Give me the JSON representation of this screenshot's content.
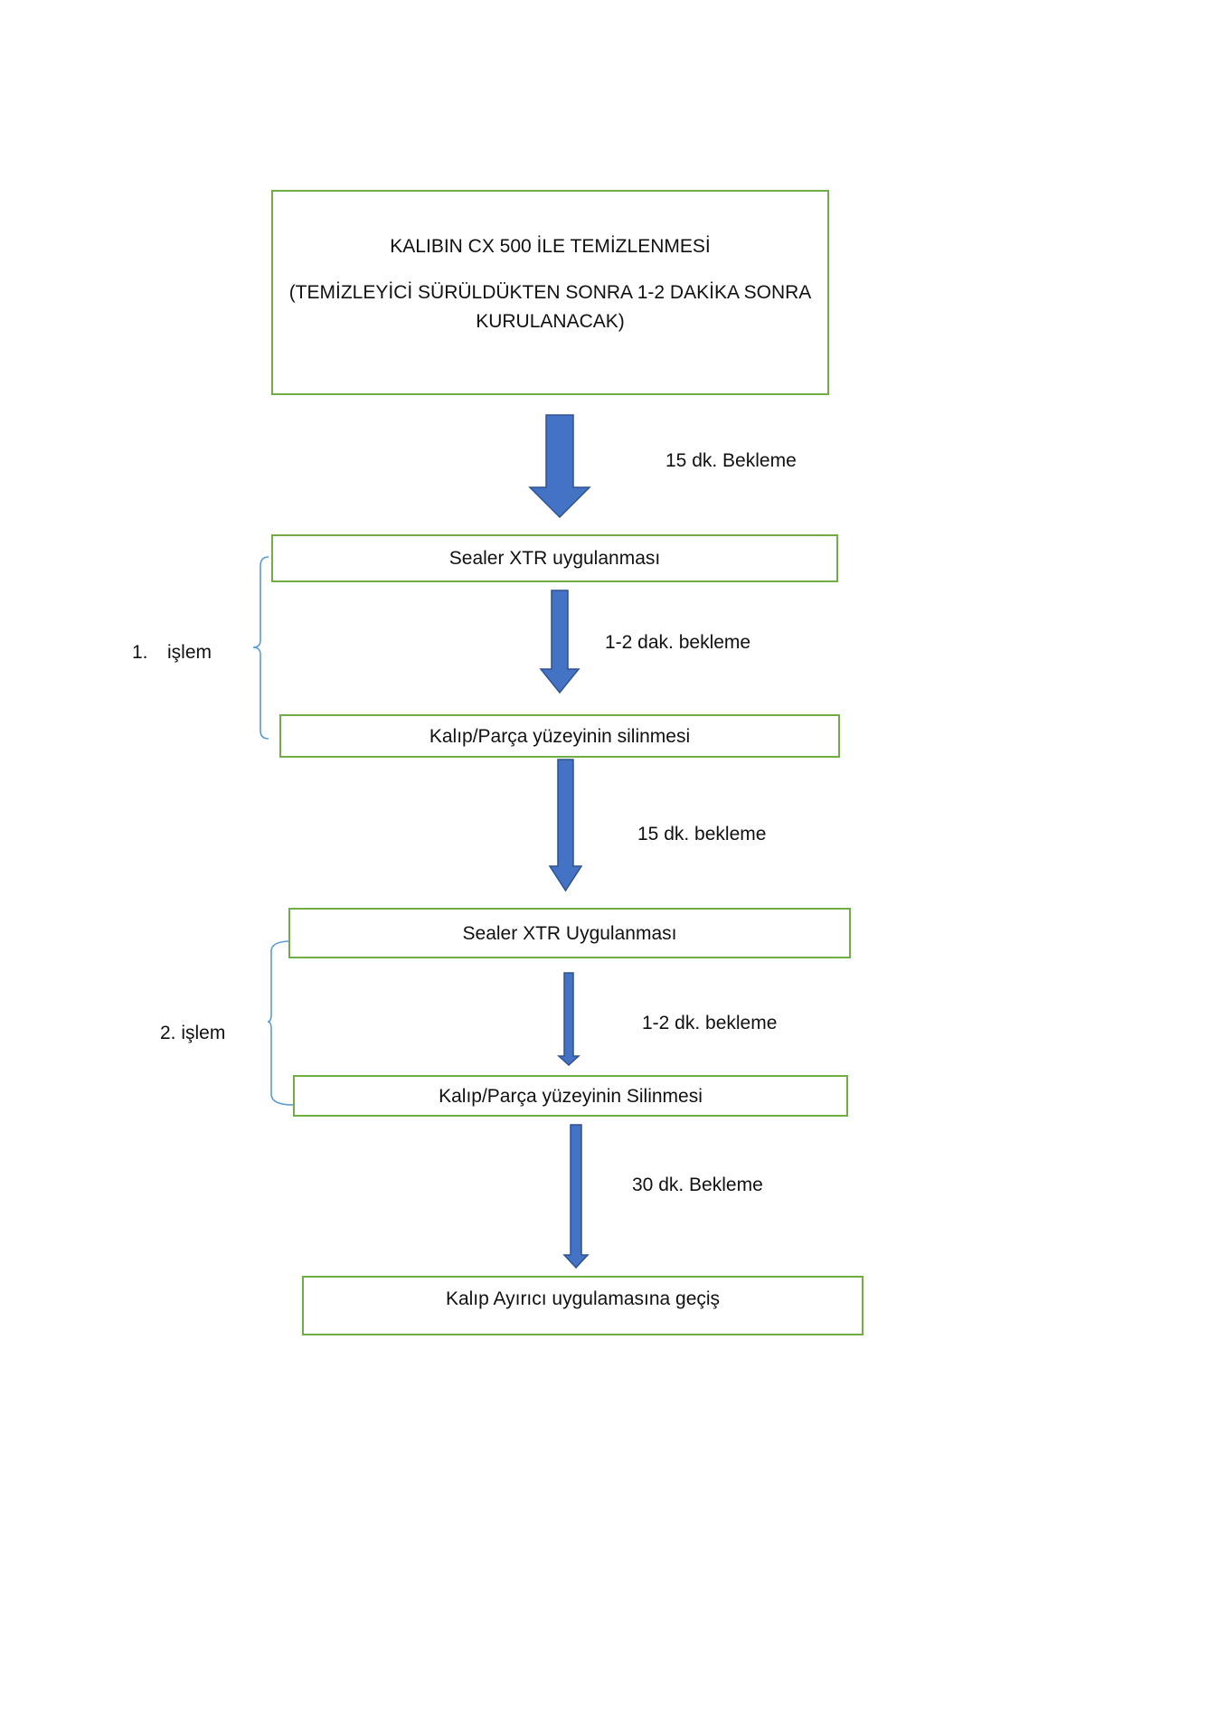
{
  "boxes": {
    "clean_title": "KALIBIN CX 500 İLE TEMİZLENMESİ",
    "clean_note_line1": "(TEMİZLEYİCİ SÜRÜLDÜKTEN SONRA 1-2 DAKİKA SONRA",
    "clean_note_line2": "KURULANACAK)",
    "sealer_1": "Sealer XTR uygulanması",
    "wipe_1": "Kalıp/Parça yüzeyinin silinmesi",
    "sealer_2": "Sealer XTR Uygulanması",
    "wipe_2": "Kalıp/Parça yüzeyinin Silinmesi",
    "final": "Kalıp Ayırıcı uygulamasına geçiş"
  },
  "waits": {
    "wait_1": "15 dk. Bekleme",
    "wait_2": "1-2 dak. bekleme",
    "wait_3": "15 dk. bekleme",
    "wait_4": "1-2 dk. bekleme",
    "wait_5": "30 dk. Bekleme"
  },
  "groups": {
    "group_1_number": "1.",
    "group_1_text": "işlem",
    "group_2": "2. işlem"
  },
  "colors": {
    "box_border": "#70ad47",
    "arrow_fill": "#4472c4",
    "arrow_stroke": "#2f528f",
    "brace": "#5b9bd5"
  }
}
